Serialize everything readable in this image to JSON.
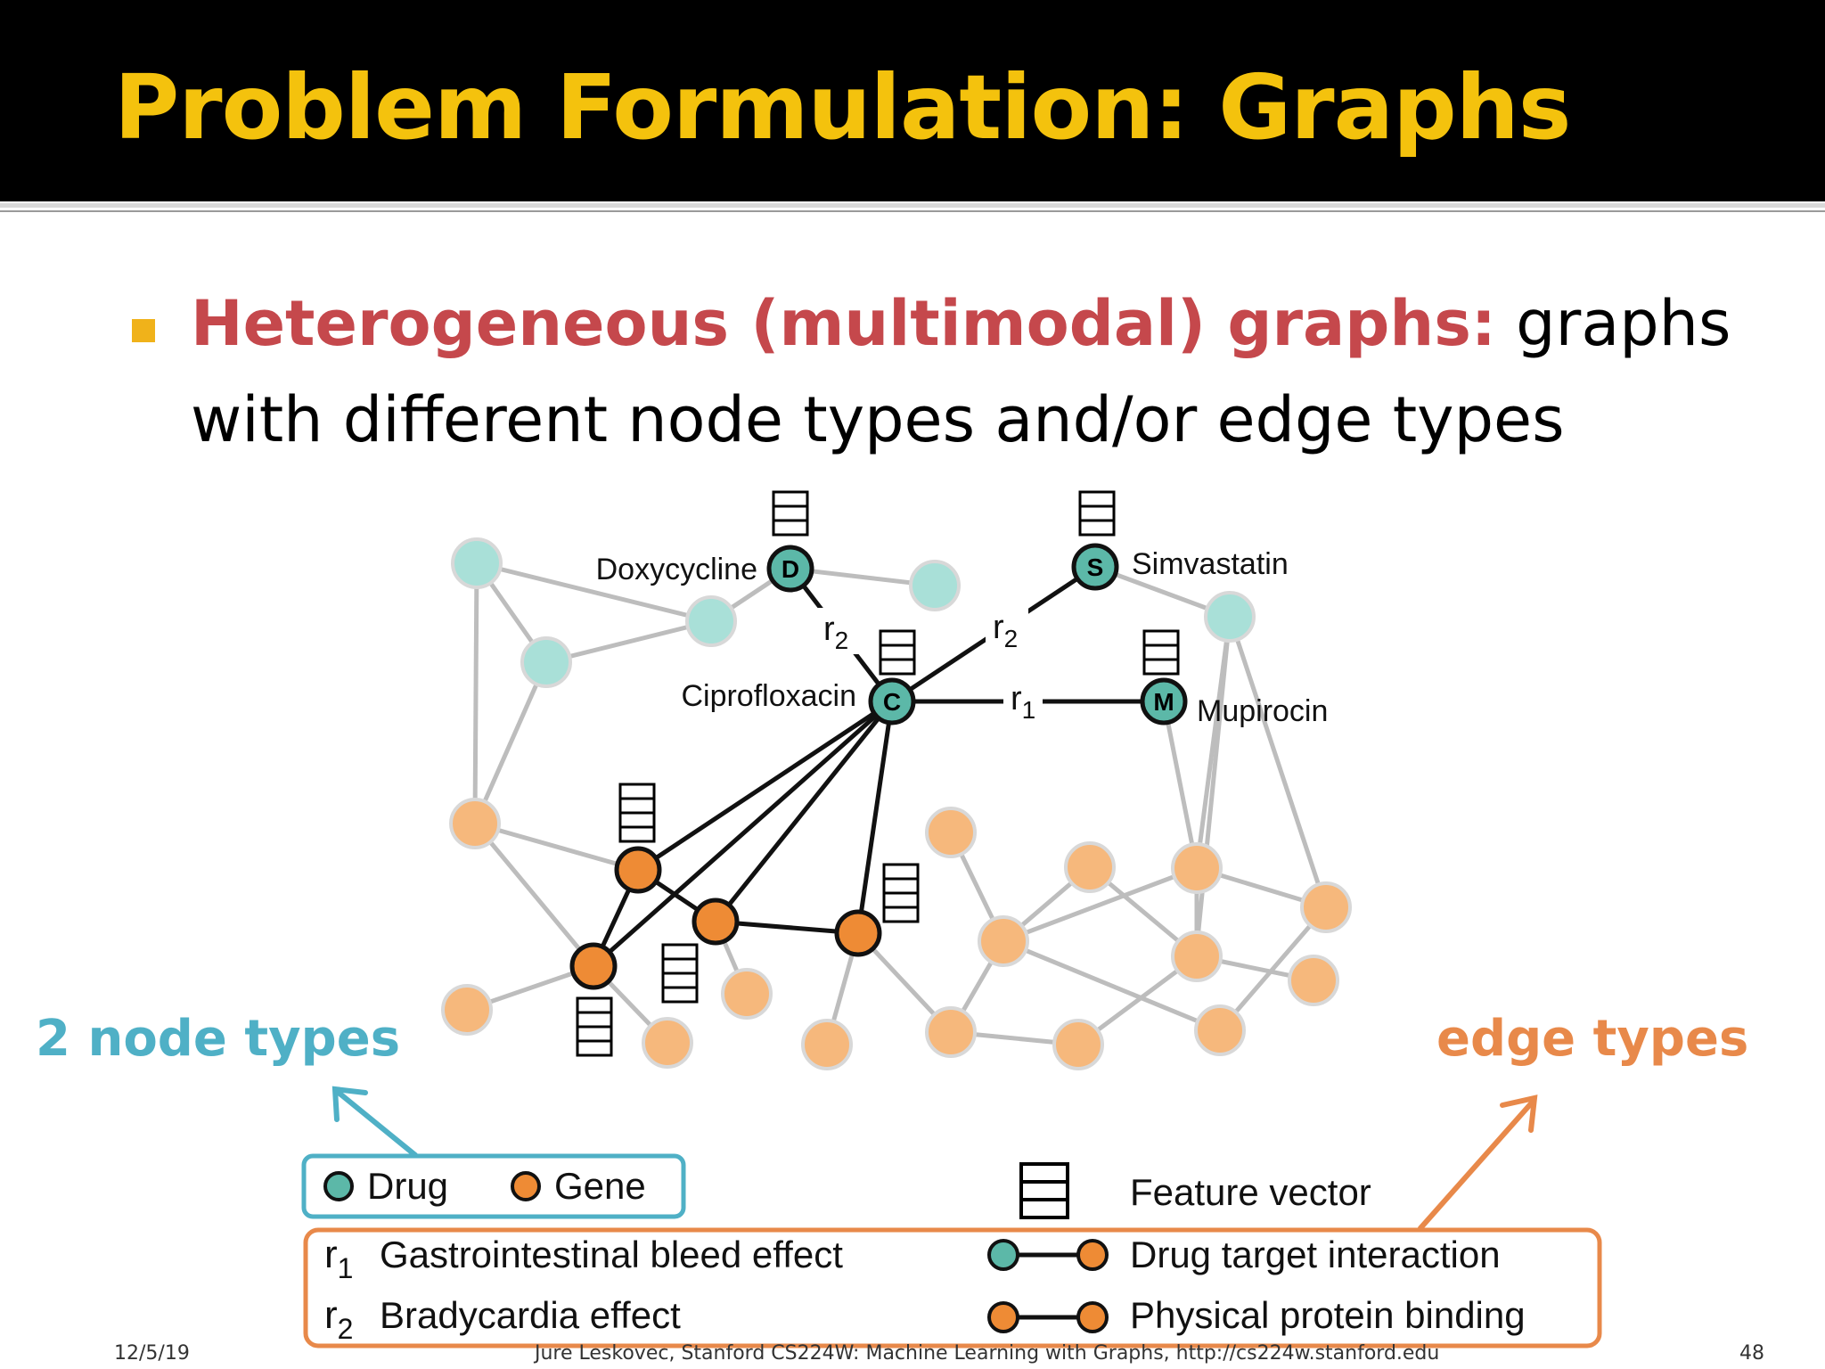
{
  "slide": {
    "title": "Problem Formulation: Graphs",
    "bullet_highlight": "Heterogeneous (multimodal) graphs:",
    "bullet_rest_line1": " graphs",
    "bullet_line2": "with different node types and/or edge types"
  },
  "diagram": {
    "drug_names": {
      "D": "Doxycycline",
      "S": "Simvastatin",
      "C": "Ciprofloxacin",
      "M": "Mupirocin"
    },
    "drug_letters": {
      "D": "D",
      "S": "S",
      "C": "C",
      "M": "M"
    },
    "edge_labels": {
      "r2a": "r",
      "r2a_sub": "2",
      "r2b": "r",
      "r2b_sub": "2",
      "r1": "r",
      "r1_sub": "1"
    },
    "annotations": {
      "node_types": "2 node types",
      "edge_types": "edge types"
    }
  },
  "legend": {
    "drug": "Drug",
    "gene": "Gene",
    "feature_vector": "Feature vector",
    "r1_symbol": "r",
    "r1_sub": "1",
    "r1_text": "Gastrointestinal bleed effect",
    "r2_symbol": "r",
    "r2_sub": "2",
    "r2_text": "Bradycardia effect",
    "drug_target": "Drug target interaction",
    "protein_binding": "Physical protein binding"
  },
  "footer": {
    "date": "12/5/19",
    "credit": "Jure Leskovec, Stanford CS224W: Machine Learning with Graphs, http://cs224w.stanford.edu",
    "page": "48"
  },
  "colors": {
    "title": "#f4c20d",
    "highlight": "#c5484c",
    "bullet": "#f0b21a",
    "drug_light": "#a9e0d8",
    "drug_dark": "#5cb8a8",
    "gene_light": "#f6b87c",
    "gene_dark": "#ee8b35",
    "node_types_note": "#4fb0c6",
    "edge_types_note": "#e8894a"
  }
}
